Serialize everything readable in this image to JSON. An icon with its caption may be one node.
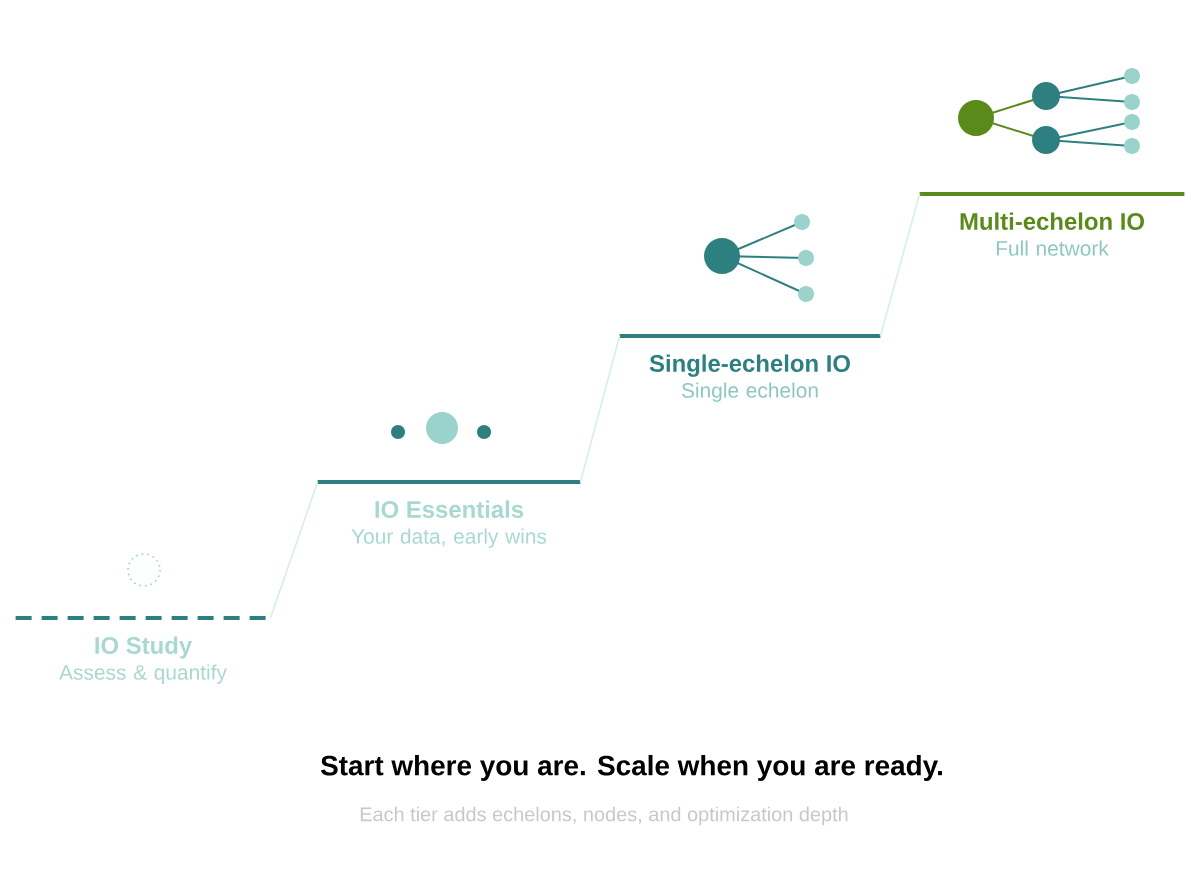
{
  "diagram": {
    "caption": "Start where you are. Scale when you are ready.",
    "nodes": [
      {
        "text": [
          "IO Study",
          "Assess & quantify"
        ]
      },
      {
        "text": [
          "IO Essentials",
          "Your data, early wins"
        ]
      },
      {
        "text": [
          "Single-echelon IO",
          "Single echelon"
        ]
      },
      {
        "text": [
          "Multi-echelon IO",
          "Full network"
        ]
      }
    ],
    "edges": [
      {
        "from": 0,
        "to": 1,
        "arrow": "none"
      },
      {
        "from": 1,
        "to": 2,
        "arrow": "none"
      },
      {
        "from": 2,
        "to": 3,
        "arrow": "none"
      }
    ],
    "labels": [
      "Each tier adds echelons, nodes, and optimization depth"
    ]
  }
}
